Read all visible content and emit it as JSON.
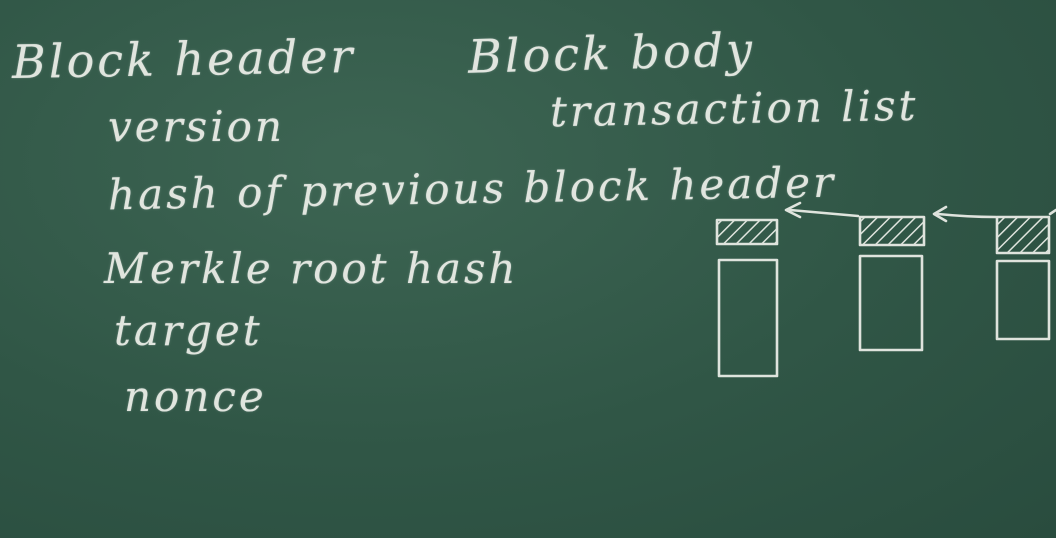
{
  "header_section": {
    "title": "Block header",
    "fields": [
      "version",
      "hash of previous block header",
      "Merkle root hash",
      "target",
      "nonce"
    ]
  },
  "body_section": {
    "title": "Block body",
    "items": [
      "transaction list"
    ]
  },
  "diagram": {
    "description_icon": "blockchain-chain-icon",
    "blocks_visible": 3
  },
  "colors": {
    "board": "#305646",
    "chalk": "#eef0ea"
  }
}
